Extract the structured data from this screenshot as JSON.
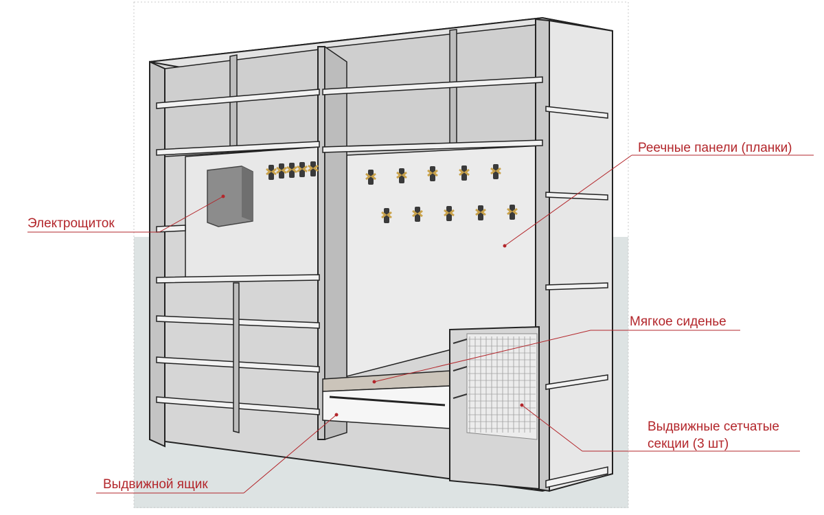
{
  "colors": {
    "accent": "#b3262b",
    "panel": "#d3d3d3",
    "panel_light": "#e4e4e4",
    "panel_dark": "#b8b8b8",
    "outline": "#222222",
    "floor": "#dde3e3",
    "back_wall": "#e9e9e9"
  },
  "labels": {
    "slat_panels": "Реечные панели (планки)",
    "electrical_panel": "Электрощиток",
    "soft_seat": "Мягкое сиденье",
    "mesh_line1": "Выдвижные сетчатые",
    "mesh_line2": "секции (3 шт)",
    "drawer": "Выдвижной ящик"
  },
  "icons": {
    "hook": "coat-hook-icon"
  }
}
